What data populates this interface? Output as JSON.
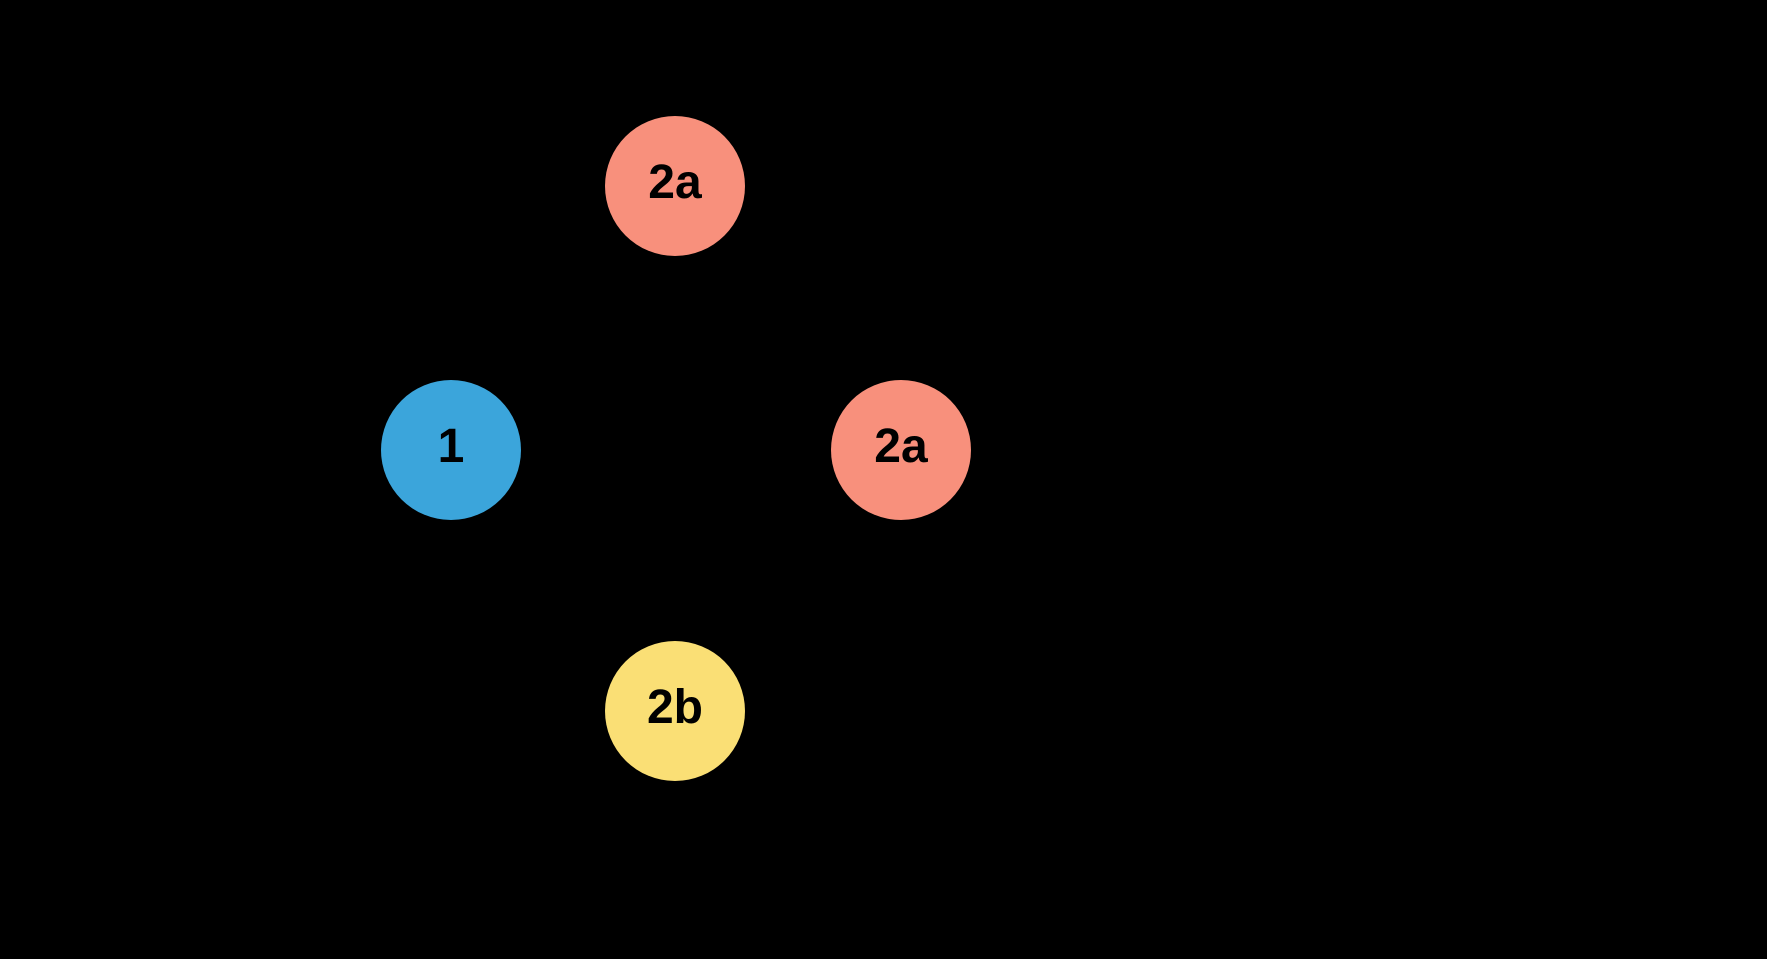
{
  "diagram": {
    "type": "graph-nodes",
    "background_color": "#000000",
    "node_label_color": "#000000",
    "edges_visible": false,
    "nodes": [
      {
        "id": "2a-top",
        "label": "2a",
        "fill": "#F8907C"
      },
      {
        "id": "1-left",
        "label": "1",
        "fill": "#3BA5DB"
      },
      {
        "id": "2a-right",
        "label": "2a",
        "fill": "#F8907C"
      },
      {
        "id": "2b-bottom",
        "label": "2b",
        "fill": "#FADF75"
      }
    ]
  }
}
